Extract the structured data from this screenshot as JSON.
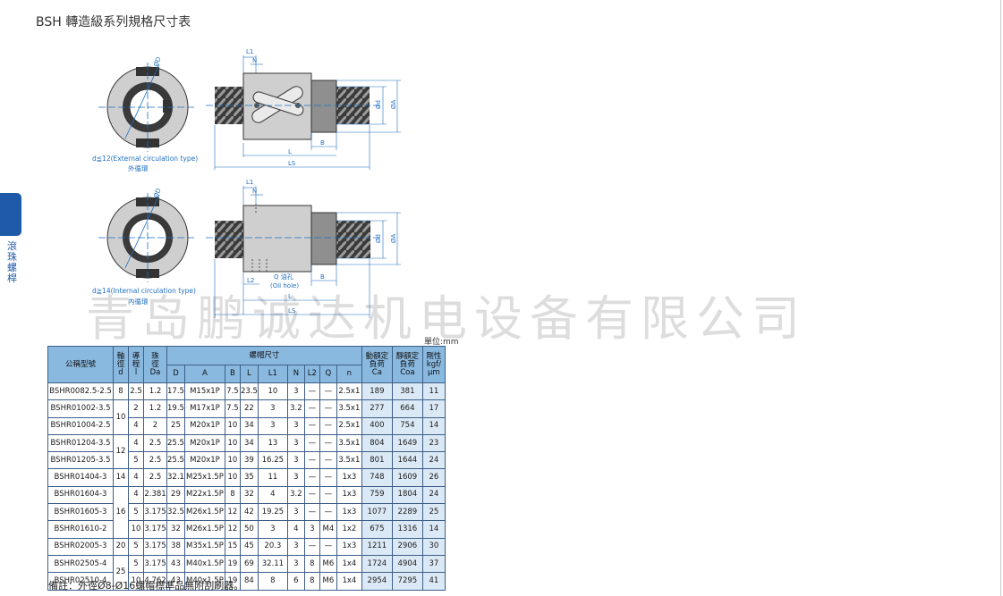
{
  "page_title": "BSH 轉造級系列規格尺寸表",
  "side_label": "滾珠螺桿",
  "watermark": "青岛鹏诚达机电设备有限公司",
  "unit_label": "單位:mm",
  "footnote": "備註：外徑Ø8-Ø16螺帽標準品無附刮刷器。",
  "diagram_top": {
    "caption_en": "d≦12(External circulation type)",
    "caption_cn": "外循環",
    "labels": {
      "phi_d_small": "ØD",
      "L1": "L1",
      "N": "N",
      "Dd": "Ød",
      "DA": "ØA",
      "B": "B",
      "L": "L",
      "LS": "LS"
    }
  },
  "diagram_bottom": {
    "caption_en": "d≧14(Internal circulation type)",
    "caption_cn": "內循環",
    "labels": {
      "phi_d_small": "ØD",
      "L1": "L1",
      "N": "N",
      "L2": "L2",
      "Q": "Q 油孔",
      "Q_en": "(Oil hole)",
      "Dd": "Ød",
      "DA": "ØA",
      "B": "B",
      "L": "L",
      "LS": "LS"
    }
  },
  "table": {
    "header": {
      "model": "公稱型號",
      "shaft_dia": [
        "軸",
        "徑",
        "d"
      ],
      "lead": [
        "導",
        "程",
        "l"
      ],
      "ball": [
        "珠",
        "徑",
        "Da"
      ],
      "nut_dims": "螺帽尺寸",
      "sub": [
        "D",
        "A",
        "B",
        "L",
        "L1",
        "N",
        "L2",
        "Q",
        "n"
      ],
      "ca": [
        "動額定",
        "負荷",
        "Ca"
      ],
      "coa": [
        "靜額定",
        "負荷",
        "Coa"
      ],
      "k": [
        "剛性",
        "kgf/",
        "μm"
      ]
    },
    "rows": [
      {
        "model": "BSHR0082.5-2.5",
        "d": "8",
        "l": "2.5",
        "da": "1.2",
        "D": "17.5",
        "A": "M15x1P",
        "B": "7.5",
        "L": "23.5",
        "L1": "10",
        "N": "3",
        "L2": "—",
        "Q": "—",
        "n": "2.5x1",
        "ca": "189",
        "coa": "381",
        "k": "11"
      },
      {
        "model": "BSHR01002-3.5",
        "d": "10",
        "l": "2",
        "da": "1.2",
        "D": "19.5",
        "A": "M17x1P",
        "B": "7.5",
        "L": "22",
        "L1": "3",
        "N": "3.2",
        "L2": "—",
        "Q": "—",
        "n": "3.5x1",
        "ca": "277",
        "coa": "664",
        "k": "17"
      },
      {
        "model": "BSHR01004-2.5",
        "l": "4",
        "da": "2",
        "D": "25",
        "A": "M20x1P",
        "B": "10",
        "L": "34",
        "L1": "3",
        "N": "3",
        "L2": "—",
        "Q": "—",
        "n": "2.5x1",
        "ca": "400",
        "coa": "754",
        "k": "14"
      },
      {
        "model": "BSHR01204-3.5",
        "d": "12",
        "l": "4",
        "da": "2.5",
        "D": "25.5",
        "A": "M20x1P",
        "B": "10",
        "L": "34",
        "L1": "13",
        "N": "3",
        "L2": "—",
        "Q": "—",
        "n": "3.5x1",
        "ca": "804",
        "coa": "1649",
        "k": "23"
      },
      {
        "model": "BSHR01205-3.5",
        "l": "5",
        "da": "2.5",
        "D": "25.5",
        "A": "M20x1P",
        "B": "10",
        "L": "39",
        "L1": "16.25",
        "N": "3",
        "L2": "—",
        "Q": "—",
        "n": "3.5x1",
        "ca": "801",
        "coa": "1644",
        "k": "24"
      },
      {
        "model": "BSHR01404-3",
        "d": "14",
        "l": "4",
        "da": "2.5",
        "D": "32.1",
        "A": "M25x1.5P",
        "B": "10",
        "L": "35",
        "L1": "11",
        "N": "3",
        "L2": "—",
        "Q": "—",
        "n": "1x3",
        "ca": "748",
        "coa": "1609",
        "k": "26"
      },
      {
        "model": "BSHR01604-3",
        "d": "16",
        "l": "4",
        "da": "2.381",
        "D": "29",
        "A": "M22x1.5P",
        "B": "8",
        "L": "32",
        "L1": "4",
        "N": "3.2",
        "L2": "—",
        "Q": "—",
        "n": "1x3",
        "ca": "759",
        "coa": "1804",
        "k": "24"
      },
      {
        "model": "BSHR01605-3",
        "l": "5",
        "da": "3.175",
        "D": "32.5",
        "A": "M26x1.5P",
        "B": "12",
        "L": "42",
        "L1": "19.25",
        "N": "3",
        "L2": "—",
        "Q": "—",
        "n": "1x3",
        "ca": "1077",
        "coa": "2289",
        "k": "25"
      },
      {
        "model": "BSHR01610-2",
        "l": "10",
        "da": "3.175",
        "D": "32",
        "A": "M26x1.5P",
        "B": "12",
        "L": "50",
        "L1": "3",
        "N": "4",
        "L2": "3",
        "Q": "M4",
        "n": "1x2",
        "ca": "675",
        "coa": "1316",
        "k": "14"
      },
      {
        "model": "BSHR02005-3",
        "d": "20",
        "l": "5",
        "da": "3.175",
        "D": "38",
        "A": "M35x1.5P",
        "B": "15",
        "L": "45",
        "L1": "20.3",
        "N": "3",
        "L2": "—",
        "Q": "—",
        "n": "1x3",
        "ca": "1211",
        "coa": "2906",
        "k": "30"
      },
      {
        "model": "BSHR02505-4",
        "d": "25",
        "l": "5",
        "da": "3.175",
        "D": "43",
        "A": "M40x1.5P",
        "B": "19",
        "L": "69",
        "L1": "32.11",
        "N": "3",
        "L2": "8",
        "Q": "M6",
        "n": "1x4",
        "ca": "1724",
        "coa": "4904",
        "k": "37"
      },
      {
        "model": "BSHR02510-4",
        "l": "10",
        "da": "4.762",
        "D": "43",
        "A": "M40x1.5P",
        "B": "19",
        "L": "84",
        "L1": "8",
        "N": "6",
        "L2": "8",
        "Q": "M6",
        "n": "1x4",
        "ca": "2954",
        "coa": "7295",
        "k": "41"
      }
    ]
  }
}
